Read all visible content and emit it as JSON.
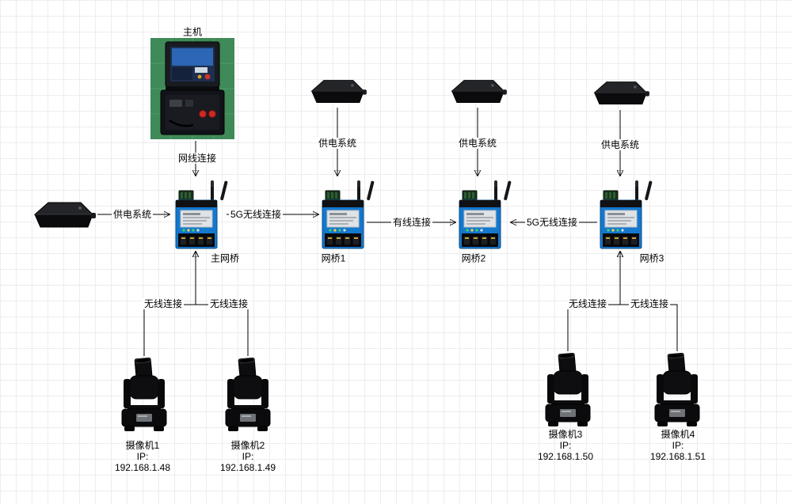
{
  "nodes": {
    "host": {
      "label": "主机"
    },
    "main_bridge": {
      "label": "主网桥"
    },
    "bridge1": {
      "label": "网桥1"
    },
    "bridge2": {
      "label": "网桥2"
    },
    "bridge3": {
      "label": "网桥3"
    },
    "camera1": {
      "label": "摄像机1",
      "ip_label": "IP:",
      "ip": "192.168.1.48"
    },
    "camera2": {
      "label": "摄像机2",
      "ip_label": "IP:",
      "ip": "192.168.1.49"
    },
    "camera3": {
      "label": "摄像机3",
      "ip_label": "IP:",
      "ip": "192.168.1.50"
    },
    "camera4": {
      "label": "摄像机4",
      "ip_label": "IP:",
      "ip": "192.168.1.51"
    }
  },
  "edges": {
    "host_main": {
      "label": "网线连接"
    },
    "power_main": {
      "label": "供电系统"
    },
    "power_b1": {
      "label": "供电系统"
    },
    "power_b2": {
      "label": "供电系统"
    },
    "power_b3": {
      "label": "供电系统"
    },
    "main_b1": {
      "label": "5G无线连接"
    },
    "b1_b2": {
      "label": "有线连接"
    },
    "b3_b2": {
      "label": "5G无线连接"
    },
    "cam1_main": {
      "label": "无线连接"
    },
    "cam2_main": {
      "label": "无线连接"
    },
    "cam3_b3": {
      "label": "无线连接"
    },
    "cam4_b3": {
      "label": "无线连接"
    }
  }
}
